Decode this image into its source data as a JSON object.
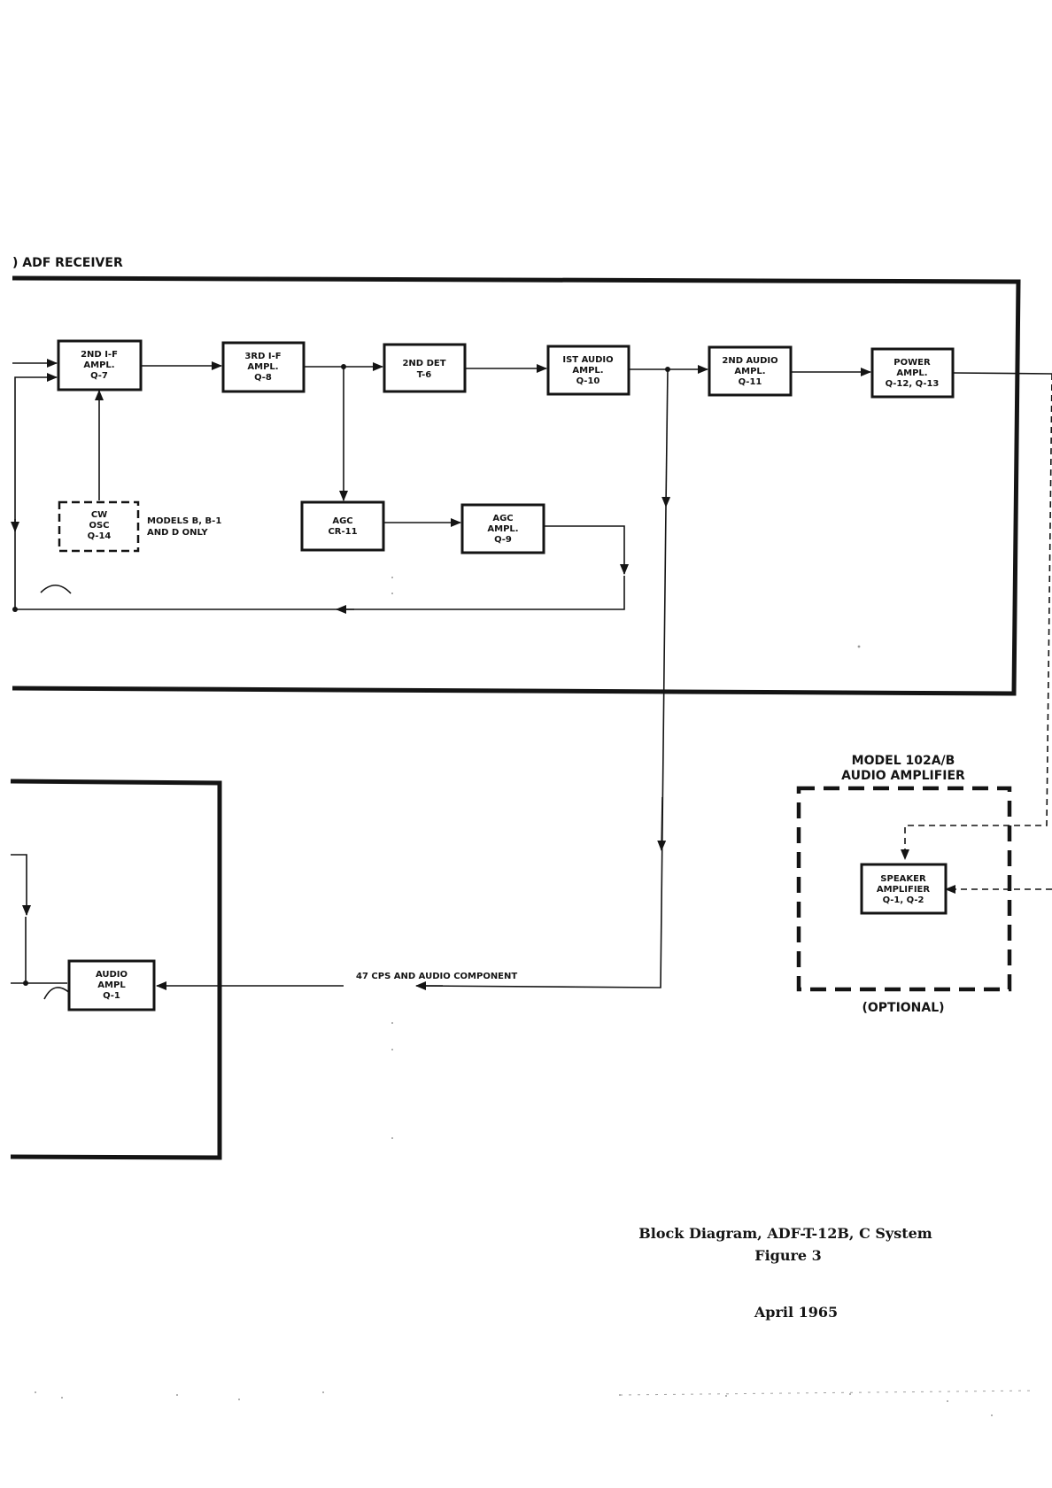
{
  "receiver": {
    "title": ") ADF RECEIVER",
    "blocks": {
      "if2": [
        "2ND I-F",
        "AMPL.",
        "Q-7"
      ],
      "if3": [
        "3RD I-F",
        "AMPL.",
        "Q-8"
      ],
      "det2": [
        "2ND DET",
        "T-6"
      ],
      "audio1": [
        "IST AUDIO",
        "AMPL.",
        "Q-10"
      ],
      "audio2": [
        "2ND AUDIO",
        "AMPL.",
        "Q-11"
      ],
      "power": [
        "POWER",
        "AMPL.",
        "Q-12, Q-13"
      ],
      "cwosc": [
        "CW",
        "OSC",
        "Q-14"
      ],
      "agc": [
        "AGC",
        "CR-11"
      ],
      "agcampl": [
        "AGC",
        "AMPL.",
        "Q-9"
      ]
    },
    "cw_note": [
      "MODELS B, B-1",
      "AND D ONLY"
    ]
  },
  "lower_unit": {
    "blocks": {
      "audio_ampl": [
        "AUDIO",
        "AMPL",
        "Q-1"
      ]
    },
    "signal_label": "47 CPS AND AUDIO COMPONENT"
  },
  "amplifier": {
    "title": [
      "MODEL 102A/B",
      "AUDIO AMPLIFIER"
    ],
    "blocks": {
      "speaker": [
        "SPEAKER",
        "AMPLIFIER",
        "Q-1, Q-2"
      ]
    },
    "optional": "(OPTIONAL)"
  },
  "caption": {
    "title": "Block Diagram,  ADF-T-12B,  C System",
    "figure": "Figure 3",
    "date": "April 1965"
  },
  "colors": {
    "ink": "#141414",
    "paper": "#ffffff"
  }
}
